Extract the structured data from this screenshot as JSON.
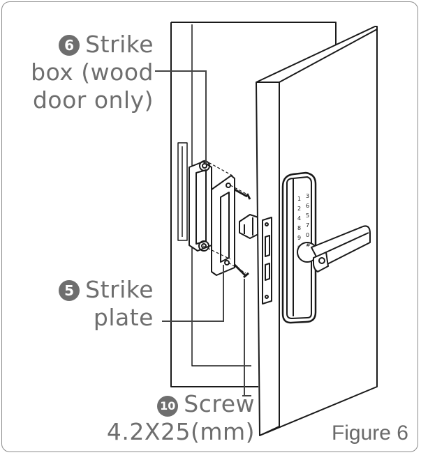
{
  "labels": {
    "strike_box": {
      "number": "6",
      "lines": [
        "Strike",
        "box (wood",
        "door only)"
      ]
    },
    "strike_plate": {
      "number": "5",
      "lines": [
        "Strike",
        "plate"
      ]
    },
    "screw": {
      "number": "10",
      "lines": [
        "Screw",
        "4.2X25(mm)"
      ]
    }
  },
  "keypad": {
    "keys": [
      "1",
      "3",
      "2",
      "6",
      "4",
      "5",
      "8",
      "7",
      "9",
      "0",
      "*",
      "#"
    ]
  },
  "figure_caption": "Figure 6"
}
